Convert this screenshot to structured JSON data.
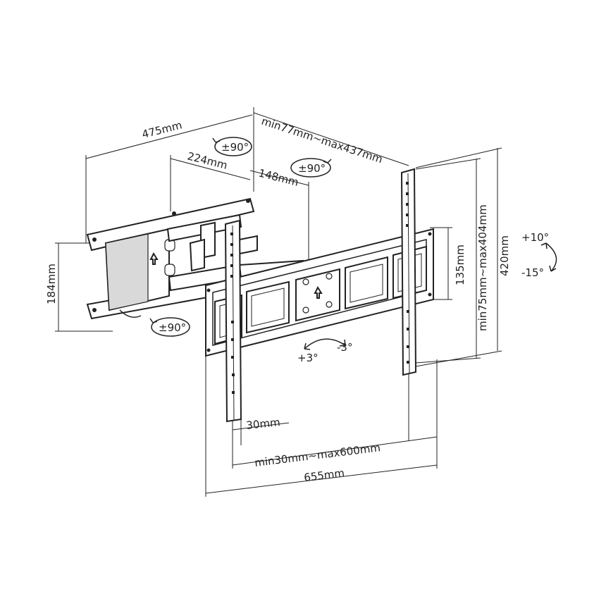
{
  "colors": {
    "line": "#222222",
    "background": "#ffffff",
    "shade": "#d9d9d9"
  },
  "dimensions": {
    "depth": "min77mm~max437mm",
    "arm_total": "475mm",
    "arm_inner": "224mm",
    "arm_joint": "148mm",
    "wall_plate_height": "184mm",
    "panel_height": "135mm",
    "vertical_range": "min75mm~max404mm",
    "overall_height": "420mm",
    "bar_width": "30mm",
    "horizontal_range": "min30mm~max600mm",
    "overall_width": "655mm"
  },
  "rotations": {
    "swivel_top": "±90°",
    "swivel_mid": "±90°",
    "swivel_bottom": "±90°",
    "tilt_up": "+10°",
    "tilt_down": "-15°",
    "level_plus": "+3°",
    "level_minus": "-3°"
  },
  "icons": [
    "rotate-icon",
    "tilt-arrow-icon",
    "level-arrow-icon",
    "up-arrow-icon"
  ]
}
